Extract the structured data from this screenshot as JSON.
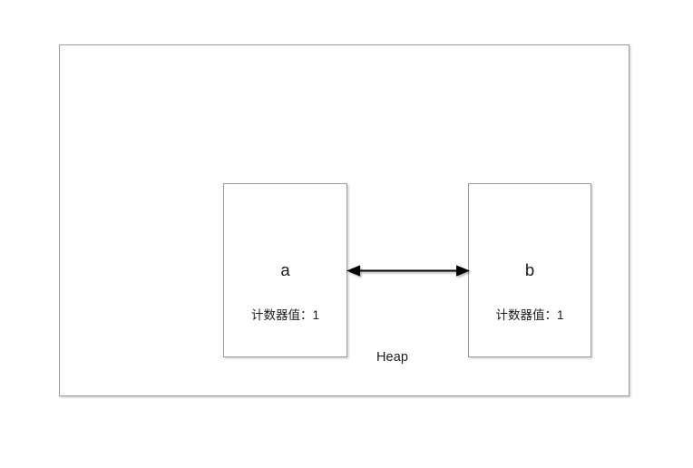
{
  "diagram": {
    "title": "",
    "background_color": "#ffffff",
    "border_color": "#9b9b9b",
    "text_color": "#1a1a1a",
    "container": {
      "label": "Heap"
    },
    "objects": [
      {
        "name": "a",
        "counter_label": "计数器值：1",
        "counter_value": "1"
      },
      {
        "name": "b",
        "counter_label": "计数器值：1",
        "counter_value": "1"
      }
    ],
    "connector": {
      "type": "double-headed-arrow",
      "from": "a",
      "to": "b",
      "label": "",
      "color": "#000000"
    }
  }
}
